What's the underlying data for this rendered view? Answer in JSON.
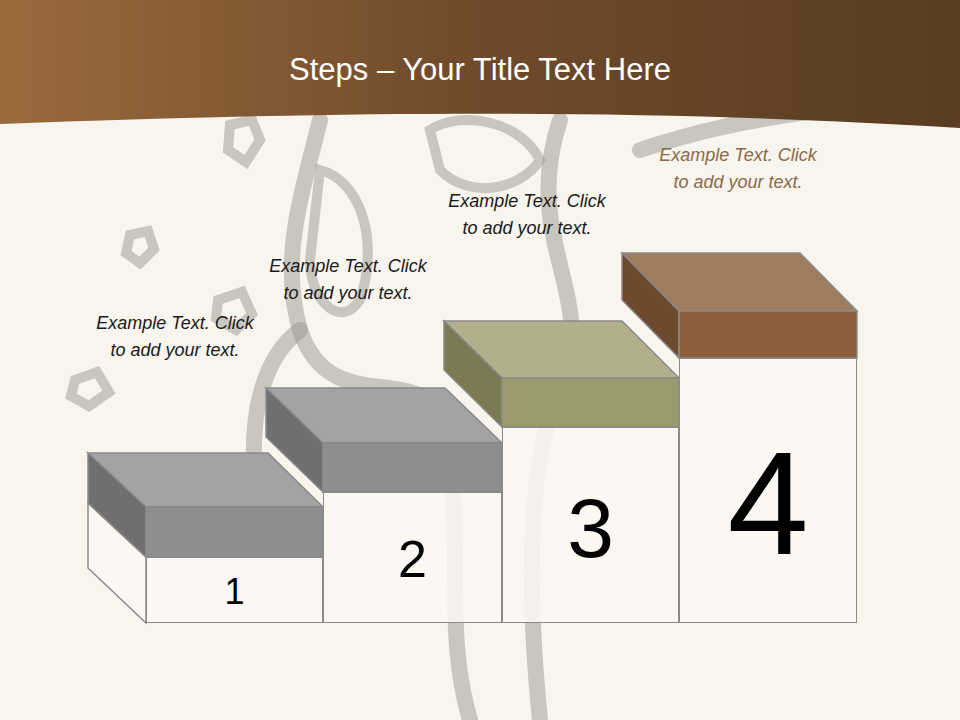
{
  "diagram": {
    "title": "Steps – Your Title Text Here",
    "nodes": [
      {
        "text": [
          "1"
        ]
      },
      {
        "text": [
          "2"
        ]
      },
      {
        "text": [
          "3"
        ]
      },
      {
        "text": [
          "4"
        ]
      }
    ],
    "labels": [
      "Example Text. Click to add your text.",
      "Example Text. Click to add your text.",
      "Example Text. Click to add your text.",
      "Example Text. Click to add your text."
    ]
  }
}
